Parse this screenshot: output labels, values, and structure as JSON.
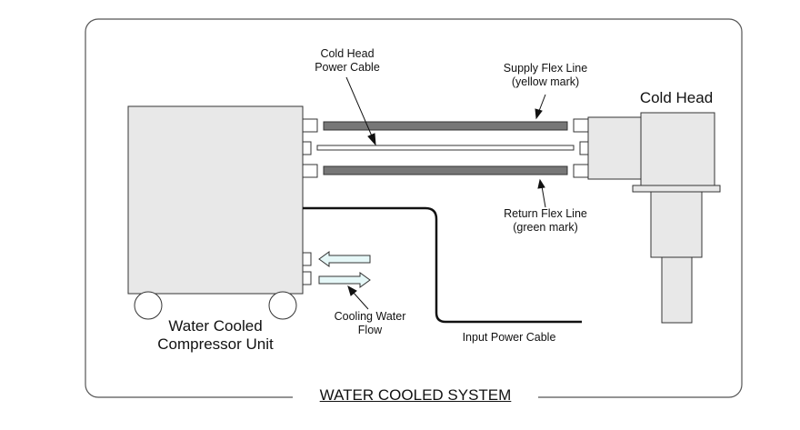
{
  "title": "WATER COOLED SYSTEM",
  "labels": {
    "cold_head_power_cable": [
      "Cold Head",
      "Power Cable"
    ],
    "supply_flex_line": [
      "Supply Flex Line",
      "(yellow mark)"
    ],
    "cold_head": "Cold Head",
    "return_flex_line": [
      "Return Flex Line",
      "(green mark)"
    ],
    "cooling_water_flow": [
      "Cooling Water",
      "Flow"
    ],
    "input_power_cable": "Input Power Cable",
    "compressor_unit": [
      "Water Cooled",
      "Compressor Unit"
    ]
  },
  "colors": {
    "outline": "#333333",
    "unit_fill": "#e8e8e8",
    "flex_line_fill": "#777777",
    "arrow_fill": "#e6f8f8"
  }
}
